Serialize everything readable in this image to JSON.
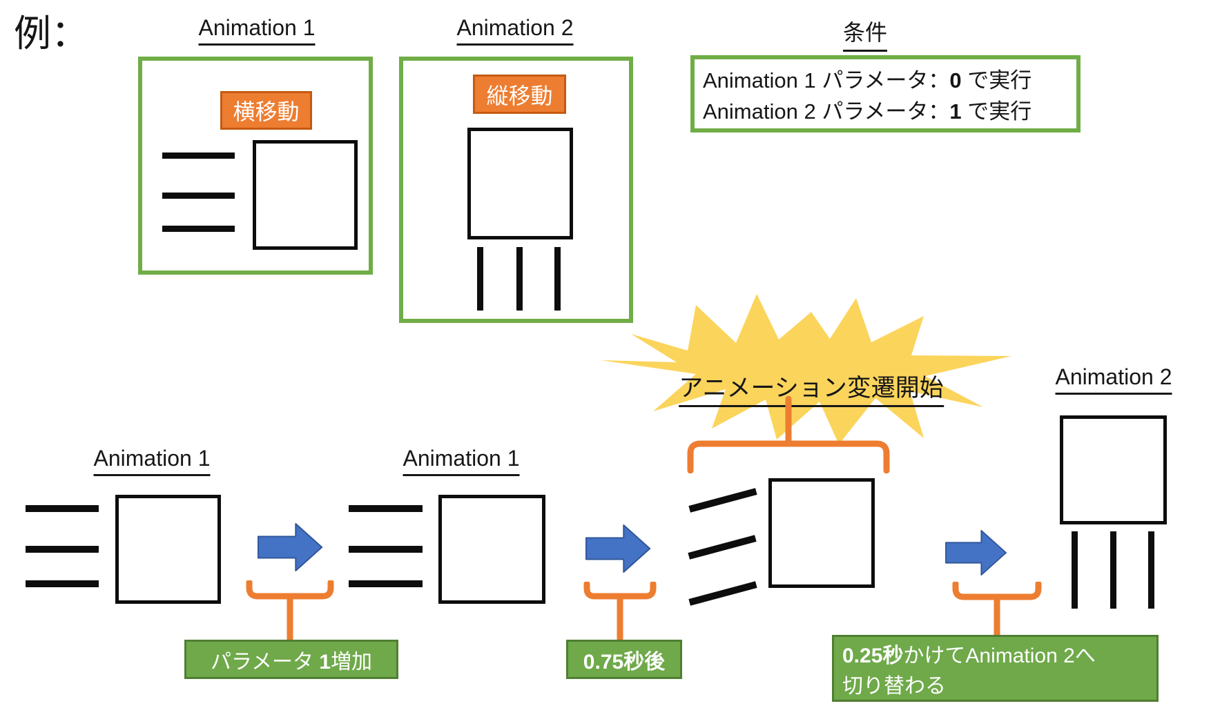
{
  "slide": {
    "prefix_label": "例：",
    "top": {
      "anim1": {
        "title": "Animation 1",
        "tag": "横移動"
      },
      "anim2": {
        "title": "Animation 2",
        "tag": "縦移動"
      },
      "conditions": {
        "title": "条件",
        "line1": {
          "pre": "Animation 1 パラメータ：",
          "value": "0",
          "post": " で実行"
        },
        "line2": {
          "pre": "Animation 2 パラメータ：",
          "value": "1",
          "post": " で実行"
        }
      }
    },
    "burst": {
      "label": "アニメーション変遷開始"
    },
    "flow": {
      "step1_title": "Animation 1",
      "step2_title": "Animation 1",
      "step4_title": "Animation 2",
      "callout1": {
        "pre": "パラメータ ",
        "bold": "1",
        "post": "増加"
      },
      "callout2": {
        "bold": "0.75秒後"
      },
      "callout3": {
        "bold": "0.25秒",
        "post": "かけてAnimation 2へ",
        "line2": "切り替わる"
      }
    },
    "colors": {
      "panel_green": "#70AD47",
      "callout_green": "#6FA94A",
      "callout_green_border": "#507E32",
      "orange": "#ED7D31",
      "orange_border": "#C55A11",
      "arrow_blue": "#4472C4",
      "burst_yellow": "#FBD45C"
    }
  }
}
